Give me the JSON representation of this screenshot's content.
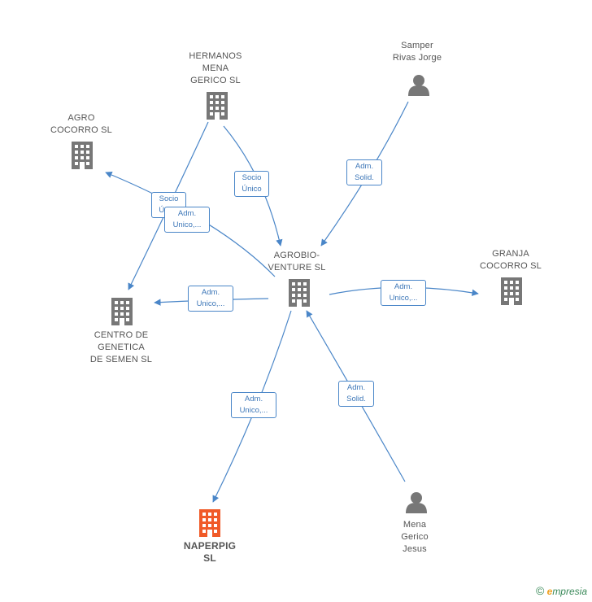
{
  "colors": {
    "edge": "#4a86c8",
    "building": "#777777",
    "focus_building": "#f05a28",
    "person": "#777777"
  },
  "nodes": {
    "hermanos": {
      "label": "HERMANOS\nMENA\nGERICO SL",
      "icon": "building-icon"
    },
    "samper": {
      "label": "Samper\nRivas Jorge",
      "icon": "person-icon"
    },
    "agro": {
      "label": "AGRO\nCOCORRO  SL",
      "icon": "building-icon"
    },
    "agrobio": {
      "label": "AGROBIO-\nVENTURE  SL",
      "icon": "building-icon"
    },
    "granja": {
      "label": "GRANJA\nCOCORRO  SL",
      "icon": "building-icon"
    },
    "centro": {
      "label": "CENTRO DE\nGENETICA\nDE SEMEN  SL",
      "icon": "building-icon"
    },
    "naperpig": {
      "label": "NAPERPIG\nSL",
      "icon": "building-icon"
    },
    "mena": {
      "label": "Mena\nGerico\nJesus",
      "icon": "person-icon"
    }
  },
  "edges": {
    "hermanos_agrobio": "Socio\nÚnico",
    "hermanos_centro": "Socio\nÚnico",
    "agrobio_agro": "Adm.\nUnico,...",
    "samper_agrobio": "Adm.\nSolid.",
    "agrobio_centro": "Adm.\nUnico,...",
    "agrobio_granja": "Adm.\nUnico,...",
    "agrobio_naperpig": "Adm.\nUnico,...",
    "mena_agrobio": "Adm.\nSolid."
  },
  "brand": {
    "copyright": "©",
    "initial": "e",
    "name": "mpresia"
  }
}
